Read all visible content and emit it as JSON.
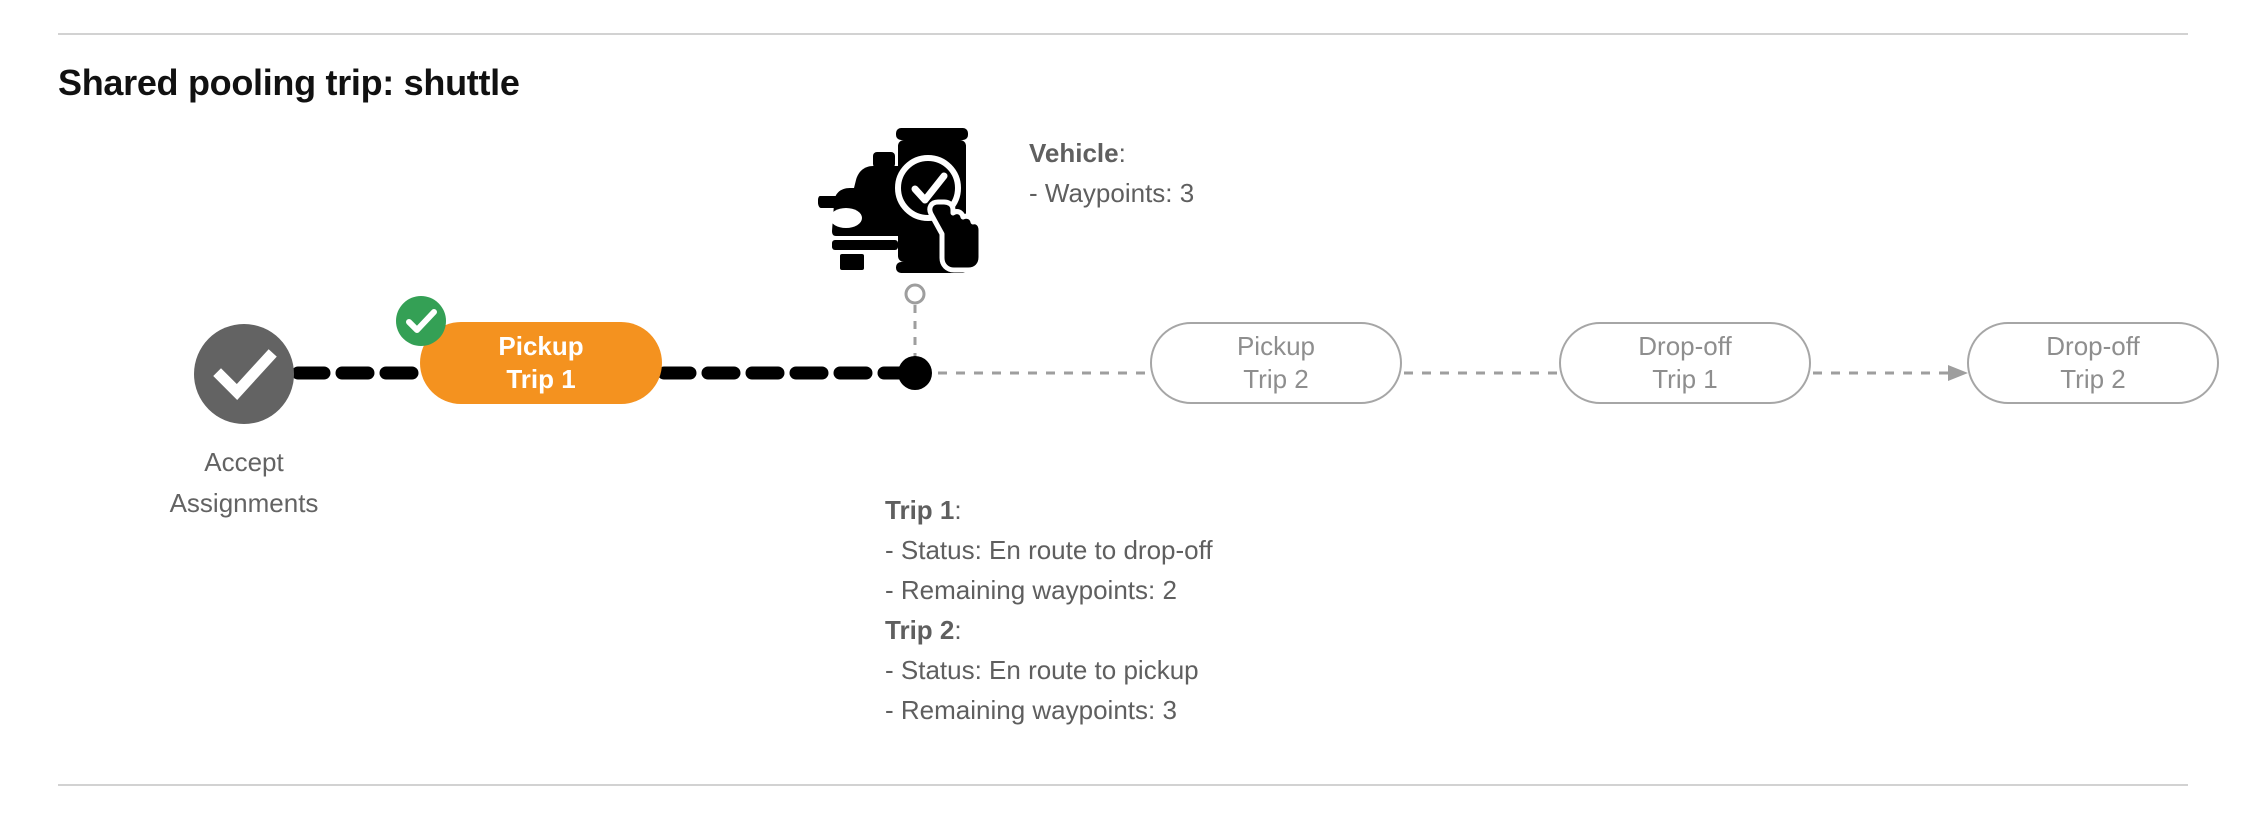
{
  "page": {
    "title": "Shared pooling trip: shuttle"
  },
  "colors": {
    "active_node": "#F4921F",
    "completed_badge": "#34A055",
    "start_node": "#636363",
    "pending_border": "#a6a6a6",
    "pending_text": "#8e8e8e",
    "text_gray": "#5f5f5f",
    "divider": "#d2d2d2",
    "path_done": "#000000",
    "path_future": "#9e9e9e"
  },
  "flow": {
    "start_node": {
      "icon": "check-circle-icon",
      "label_line_1": "Accept",
      "label_line_2": "Assignments",
      "state": "completed"
    },
    "nodes": [
      {
        "id": "pickup-trip-1",
        "line1": "Pickup",
        "line2": "Trip 1",
        "state": "active",
        "badge": "check-badge-icon"
      },
      {
        "id": "pickup-trip-2",
        "line1": "Pickup",
        "line2": "Trip 2",
        "state": "pending"
      },
      {
        "id": "dropoff-trip-1",
        "line1": "Drop-off",
        "line2": "Trip 1",
        "state": "pending"
      },
      {
        "id": "dropoff-trip-2",
        "line1": "Drop-off",
        "line2": "Trip 2",
        "state": "pending"
      }
    ],
    "vehicle_marker": {
      "icon": "vehicle-phone-check-icon",
      "position_dot": "current-position-dot"
    }
  },
  "vehicle_info": {
    "heading": "Vehicle",
    "heading_colon": ":",
    "waypoints_line": "- Waypoints: 3"
  },
  "trip_info": [
    {
      "heading": "Trip 1",
      "heading_colon": ":",
      "status_line": "- Status:  En route to drop-off",
      "waypoints_line": "- Remaining waypoints: 2"
    },
    {
      "heading": "Trip 2",
      "heading_colon": ":",
      "status_line": "- Status:  En route to pickup",
      "waypoints_line": "- Remaining waypoints: 3"
    }
  ]
}
